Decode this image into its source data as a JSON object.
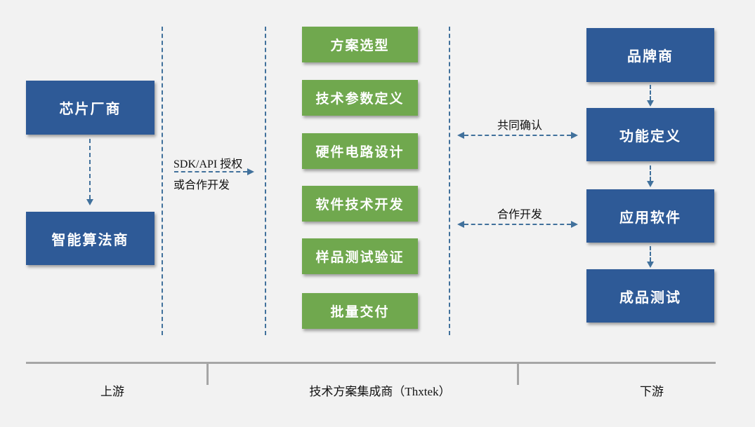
{
  "diagram": {
    "left_column": {
      "nodes": [
        {
          "label": "芯片厂商"
        },
        {
          "label": "智能算法商"
        }
      ]
    },
    "sdk_link": {
      "line1": "SDK/API 授权",
      "line2": "或合作开发"
    },
    "center_column": {
      "nodes": [
        {
          "label": "方案选型"
        },
        {
          "label": "技术参数定义"
        },
        {
          "label": "硬件电路设计"
        },
        {
          "label": "软件技术开发"
        },
        {
          "label": "样品测试验证"
        },
        {
          "label": "批量交付"
        }
      ]
    },
    "cross_links": [
      {
        "label": "共同确认"
      },
      {
        "label": "合作开发"
      }
    ],
    "right_column": {
      "nodes": [
        {
          "label": "品牌商"
        },
        {
          "label": "功能定义"
        },
        {
          "label": "应用软件"
        },
        {
          "label": "成品测试"
        }
      ]
    },
    "axis": {
      "segments": [
        {
          "label": "上游"
        },
        {
          "label": "技术方案集成商（Thxtek）"
        },
        {
          "label": "下游"
        }
      ]
    },
    "colors": {
      "blue_box": "#2e5a97",
      "green_box": "#70a84e",
      "arrow": "#41719c",
      "axis_line": "#a6a6a6",
      "background": "#f2f2f2"
    }
  }
}
